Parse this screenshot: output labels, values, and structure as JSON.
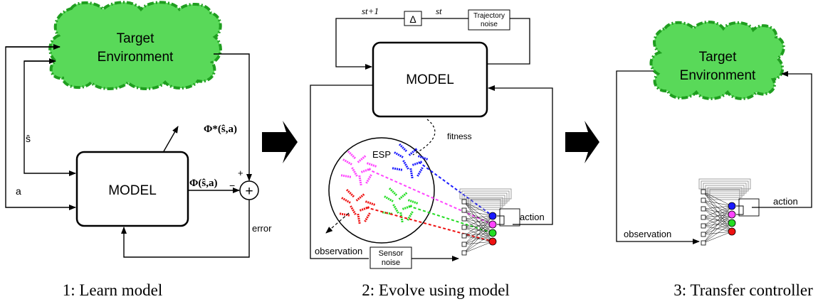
{
  "colors": {
    "cloud_fill": "#59d959",
    "cloud_border": "#1f9e1f",
    "line": "#000000",
    "pink": "#ff44ff",
    "blue": "#1a1aff",
    "red": "#ee1111",
    "green": "#22dd22"
  },
  "panel1": {
    "caption": "1: Learn model",
    "cloud_line1": "Target",
    "cloud_line2": "Environment",
    "model_label": "MODEL",
    "s_hat_label": "ŝ",
    "a_label": "a",
    "phi_star_label": "Φ*(ŝ,a)",
    "phi_label": "Φ(ŝ,a)",
    "plus_sign": "+",
    "minus_sign": "−",
    "sum_symbol": "+",
    "error_label": "error"
  },
  "panel2": {
    "caption": "2: Evolve using model",
    "model_label": "MODEL",
    "s_t1_label": "st+1",
    "delta_label": "Δ",
    "s_t_label": "st",
    "trajectory_noise_line1": "Trajectory",
    "trajectory_noise_line2": "noise",
    "esp_label": "ESP",
    "fitness_label": "fitness",
    "action_label": "action",
    "observation_label": "observation",
    "sensor_noise_line1": "Sensor",
    "sensor_noise_line2": "noise"
  },
  "panel3": {
    "caption": "3: Transfer controller",
    "cloud_line1": "Target",
    "cloud_line2": "Environment",
    "action_label": "action",
    "observation_label": "observation"
  },
  "arrow_icons": [
    "big-arrow-right-icon",
    "big-arrow-right-icon"
  ]
}
